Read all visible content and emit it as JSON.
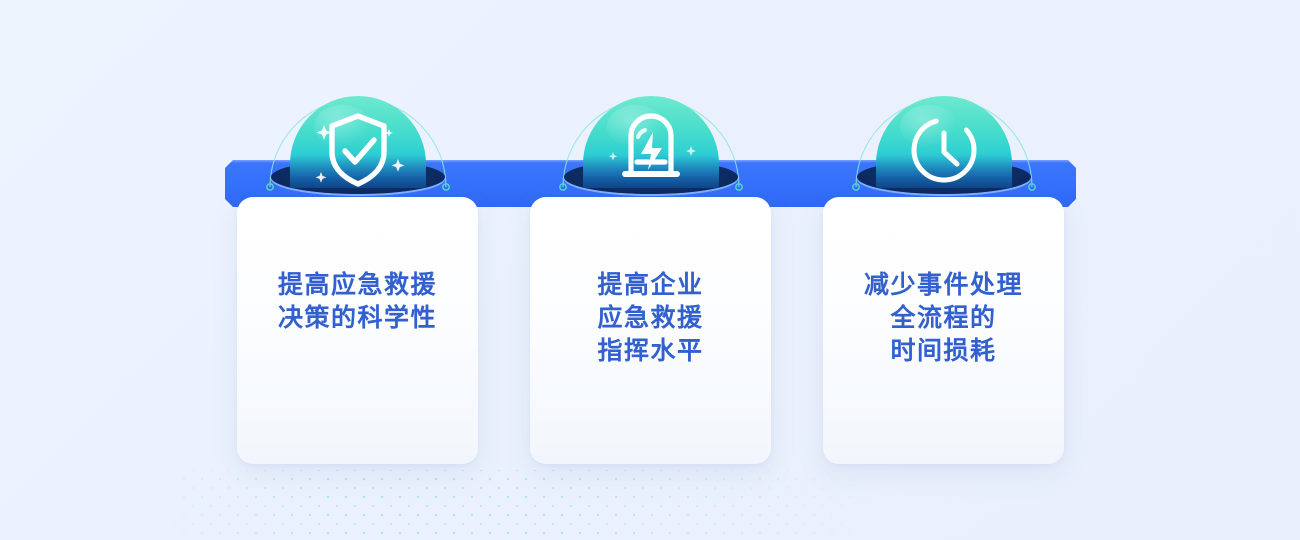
{
  "page": {
    "background_color": "#eaf1fd",
    "accent_color": "#3470fb",
    "text_color": "#3260cf",
    "dome_color_top": "#6ee9d0",
    "dome_color_bottom": "#1462b8",
    "hole_color": "#0d2c63"
  },
  "platform": {
    "label": "benefit-platform-bar",
    "color": "#3470fb"
  },
  "items": [
    {
      "icon": "shield-check-icon",
      "text": "提高应急救援\n决策的科学性",
      "lines": [
        "提高应急救援",
        "决策的科学性"
      ]
    },
    {
      "icon": "alarm-siren-bolt-icon",
      "text": "提高企业\n应急救援\n指挥水平",
      "lines": [
        "提高企业",
        "应急救援",
        "指挥水平"
      ]
    },
    {
      "icon": "clock-icon",
      "text": "减少事件处理\n全流程的\n时间损耗",
      "lines": [
        "减少事件处理",
        "全流程的",
        "时间损耗"
      ]
    }
  ]
}
